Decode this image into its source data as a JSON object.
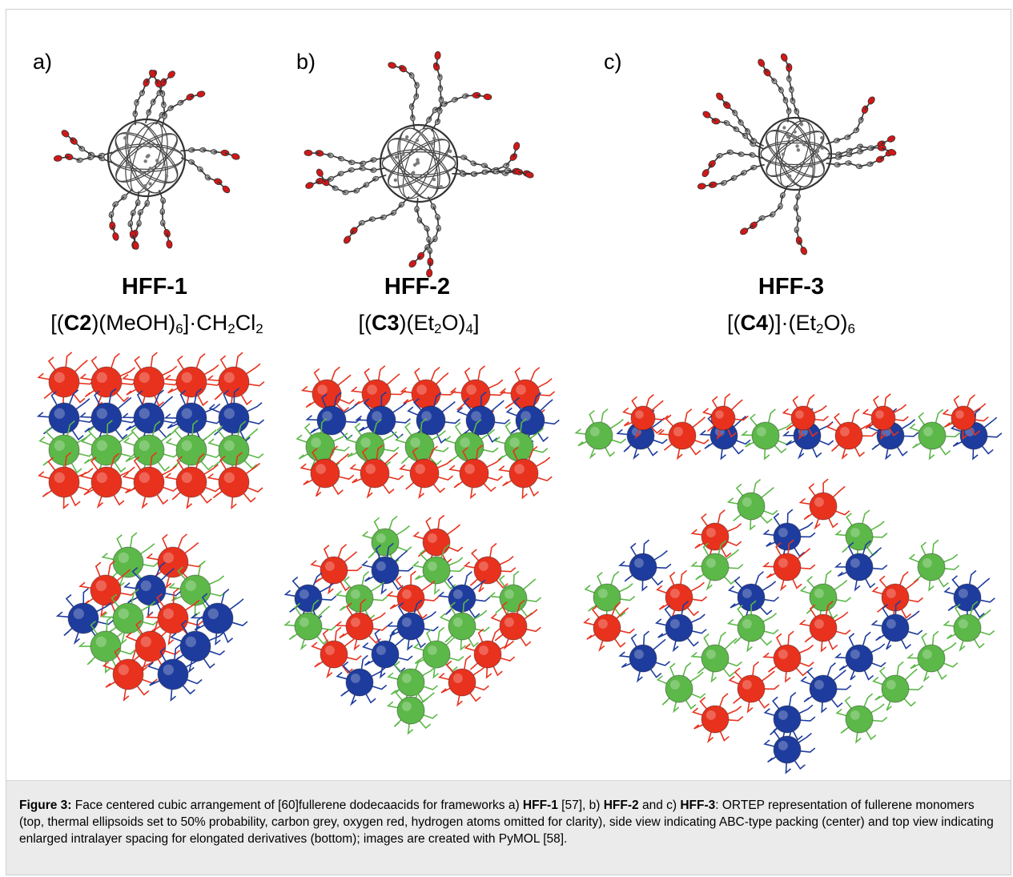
{
  "panels": [
    {
      "letter": "a)",
      "title": "HFF-1",
      "formula": {
        "pre": "[(",
        "bold": "C2",
        "mid": ")(MeOH)",
        "sub1": "6",
        "post": "]·CH",
        "sub2": "2",
        "post2": "Cl",
        "sub3": "2",
        "tail": ""
      }
    },
    {
      "letter": "b)",
      "title": "HFF-2",
      "formula": {
        "pre": "[(",
        "bold": "C3",
        "mid": ")(Et",
        "sub1": "2",
        "post": "O)",
        "sub2": "4",
        "post2": "]",
        "sub3": "",
        "tail": ""
      }
    },
    {
      "letter": "c)",
      "title": "HFF-3",
      "formula": {
        "pre": "[(",
        "bold": "C4",
        "mid": ")]·(Et",
        "sub1": "2",
        "post": "O)",
        "sub2": "6",
        "post2": "",
        "sub3": "",
        "tail": ""
      }
    }
  ],
  "colors": {
    "red": "#e8321e",
    "blue": "#1e3c9e",
    "green": "#5cb848",
    "grey": "#9a9a9a",
    "oxygen": "#d01818"
  },
  "caption": {
    "label": "Figure 3:",
    "t1": " Face centered cubic arrangement of [60]fullerene dodecaacids for frameworks a) ",
    "b1": "HFF-1",
    "t2": " [57], b) ",
    "b2": "HFF-2",
    "t3": " and c) ",
    "b3": "HFF-3",
    "t4": ": ORTEP representation of fullerene monomers (top, thermal ellipsoids set to 50% probability, carbon grey, oxygen red, hydrogen atoms omitted for clarity), side view indicating ABC-type packing (center) and top view indicating enlarged intralayer spacing for elongated derivatives (bottom); images are created with PyMOL [58]."
  }
}
